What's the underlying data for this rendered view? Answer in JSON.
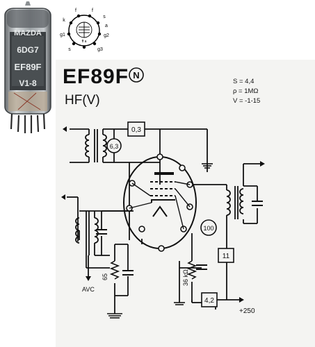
{
  "tube_photo": {
    "print_lines": [
      "MAZDA",
      "6DG7",
      "EF89F",
      "V1-8"
    ]
  },
  "pin_diagram": {
    "pin_labels": [
      "f",
      "f",
      "k",
      "s",
      "a",
      "g1",
      "g2",
      "s",
      "g3"
    ],
    "center_label": "ff a"
  },
  "schematic": {
    "title": "EF89F",
    "badge": "N",
    "subtitle": "HF(V)",
    "specs": [
      "S = 4,4",
      "ρ = 1MΩ",
      "V = -1-15"
    ],
    "box_03": "0,3",
    "circle_63": "6,3",
    "circle_100": "100",
    "box_11": "11",
    "box_42": "4,2",
    "label_avc": "AVC",
    "label_65": "65",
    "label_36k": "36 kΩ",
    "label_250": "+250"
  }
}
